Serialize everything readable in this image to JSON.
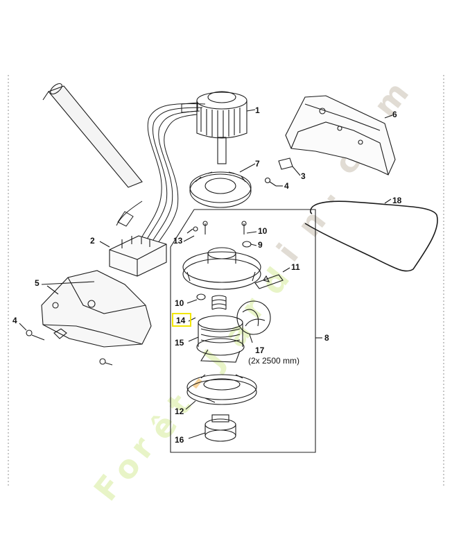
{
  "diagram": {
    "title": "Exploded parts diagram",
    "callouts": [
      "1",
      "2",
      "3",
      "4",
      "4",
      "5",
      "6",
      "7",
      "8",
      "9",
      "10",
      "10",
      "11",
      "12",
      "13",
      "14",
      "15",
      "16",
      "17",
      "18"
    ],
    "note": "(2x 2500 mm)",
    "highlighted_part": "14"
  },
  "watermark": {
    "text": "Forêt-Jardin.com",
    "colors": {
      "green": "#d6ec9a",
      "orange": "#f3b24c",
      "gray": "#c9c1b2"
    }
  },
  "colors": {
    "line": "#1a1a1a",
    "highlight": "#f2e600"
  }
}
